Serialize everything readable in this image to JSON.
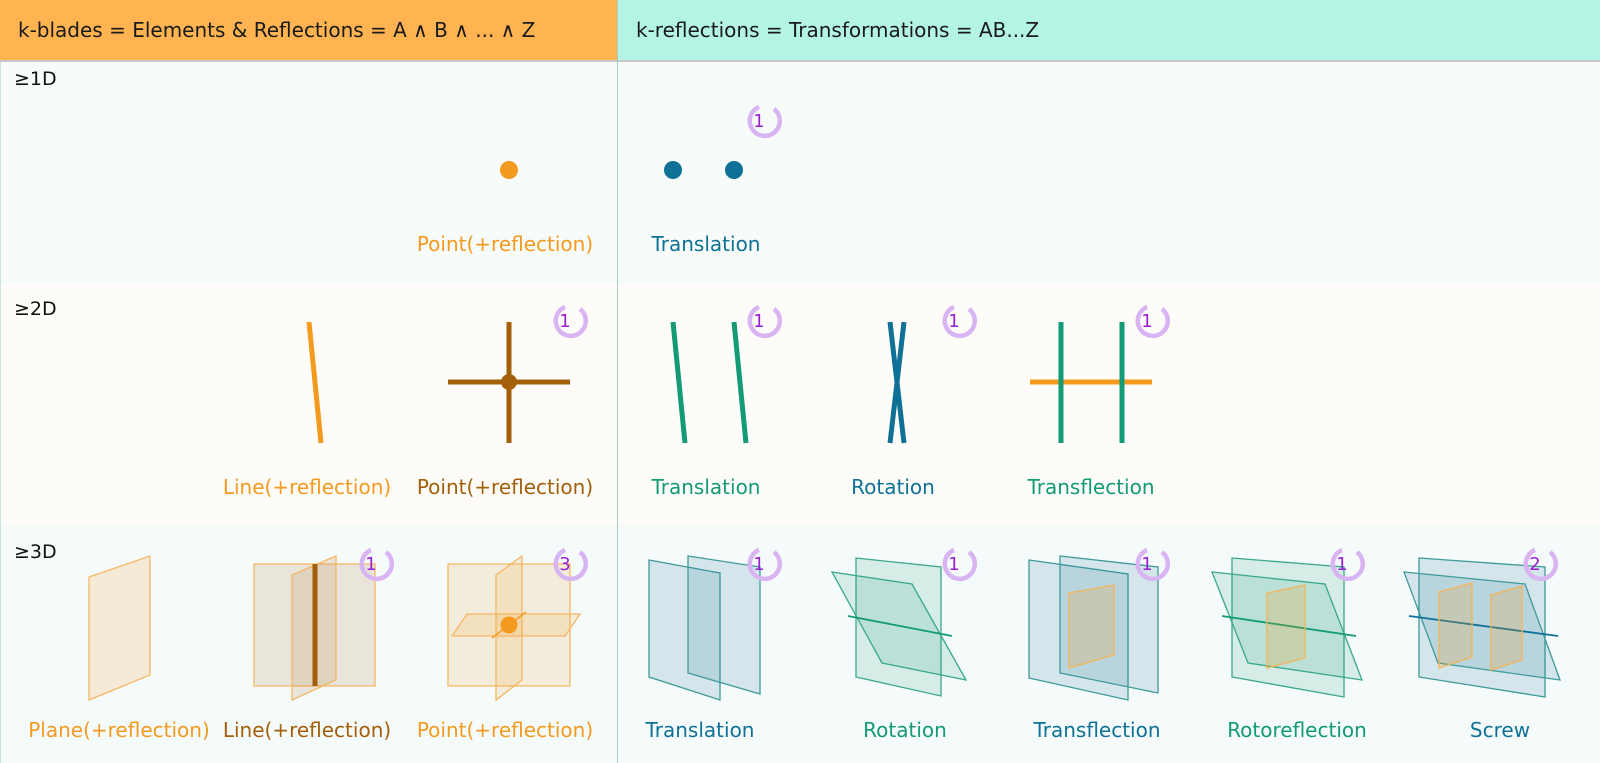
{
  "header": {
    "left_title": "k-blades = Elements & Reflections = A ∧ B ∧ ... ∧ Z",
    "right_title": "k-reflections = Transformations = AB...Z"
  },
  "rows": [
    {
      "label": "≥1D",
      "blades": [
        "Point(+reflection)"
      ],
      "transforms": [
        "Translation"
      ]
    },
    {
      "label": "≥2D",
      "blades": [
        "Line(+reflection)",
        "Point(+reflection)"
      ],
      "transforms": [
        "Translation",
        "Rotation",
        "Transflection"
      ]
    },
    {
      "label": "≥3D",
      "blades": [
        "Plane(+reflection)",
        "Line(+reflection)",
        "Point(+reflection)"
      ],
      "transforms": [
        "Translation",
        "Rotation",
        "Transflection",
        "Rotoreflection",
        "Screw"
      ]
    }
  ],
  "badges": {
    "row1_translation": "1",
    "row2_point": "1",
    "row2_translation": "1",
    "row2_rotation": "1",
    "row2_transflection": "1",
    "row3_line": "1",
    "row3_point": "3",
    "row3_translation": "1",
    "row3_rotation": "1",
    "row3_transflection": "1",
    "row3_rotoreflection": "1",
    "row3_screw": "2"
  },
  "colors": {
    "orange": "#f39a1f",
    "brown": "#a35f0a",
    "green": "#139a76",
    "blue": "#0f7196",
    "badge": "#9a1fd0",
    "header_left_bg": "#ffb451",
    "header_right_bg": "#b4f4e4"
  }
}
